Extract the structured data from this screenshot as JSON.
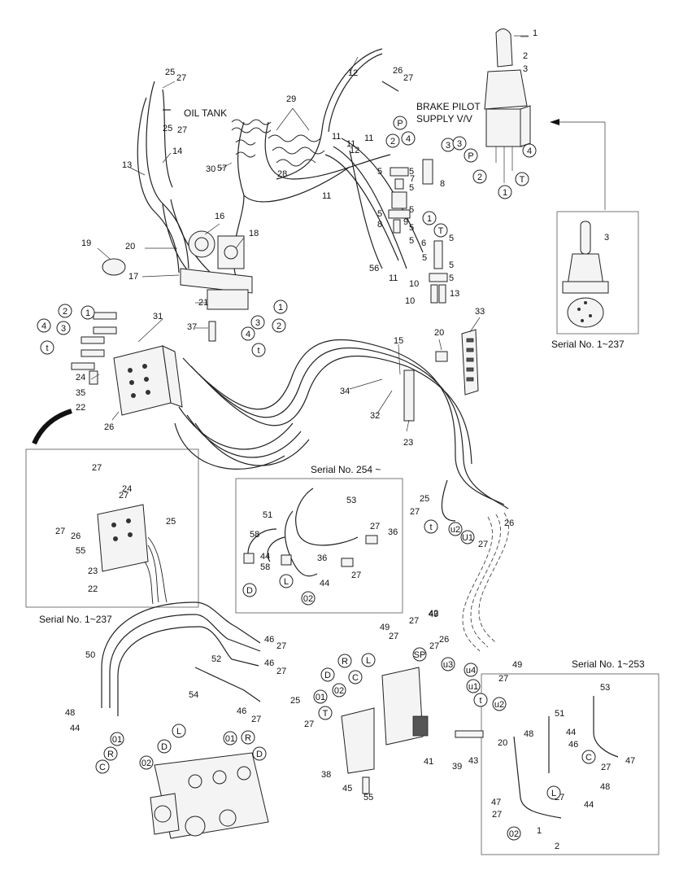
{
  "notes": {
    "oil_tank": "OIL TANK",
    "brake_pilot_1": "BRAKE PILOT",
    "brake_pilot_2": "SUPPLY V/V",
    "serial_1_237_a": "Serial No. 1~237",
    "serial_254": "Serial No. 254 ~",
    "serial_1_237_b": "Serial No. 1~237",
    "serial_1_253": "Serial No. 1~253"
  },
  "callouts": [
    "1",
    "2",
    "3",
    "25",
    "27",
    "25",
    "27",
    "12",
    "26",
    "27",
    "13",
    "14",
    "57",
    "29",
    "30",
    "28",
    "11",
    "11",
    "12",
    "11",
    "11",
    "5",
    "5",
    "5",
    "7",
    "8",
    "5",
    "5",
    "5",
    "9",
    "8",
    "5",
    "6",
    "5",
    "5",
    "5",
    "5",
    "10",
    "10",
    "13",
    "11",
    "56",
    "19",
    "20",
    "17",
    "16",
    "18",
    "21",
    "37",
    "31",
    "33",
    "20",
    "15",
    "34",
    "32",
    "23",
    "24",
    "35",
    "22",
    "26",
    "27",
    "27",
    "26",
    "25",
    "27",
    "24",
    "23",
    "22",
    "55",
    "53",
    "51",
    "58",
    "27",
    "36",
    "44",
    "58",
    "36",
    "44",
    "27",
    "25",
    "27",
    "26",
    "27",
    "50",
    "52",
    "46",
    "27",
    "46",
    "27",
    "54",
    "46",
    "27",
    "48",
    "44",
    "49",
    "27",
    "27",
    "49",
    "25",
    "27",
    "26",
    "27",
    "49",
    "27",
    "42",
    "20",
    "43",
    "39",
    "41",
    "38",
    "45",
    "55",
    "53",
    "51",
    "48",
    "44",
    "46",
    "27",
    "47",
    "27",
    "48",
    "44",
    "47",
    "27",
    "1",
    "2",
    "3",
    "4",
    "5"
  ],
  "port_labels": [
    "P",
    "4",
    "2",
    "3",
    "1",
    "T",
    "3",
    "P",
    "2",
    "1",
    "T",
    "4",
    "1",
    "2",
    "3",
    "4",
    "t",
    "2",
    "1",
    "4",
    "3",
    "t",
    "t",
    "u2",
    "U1",
    "D",
    "L",
    "02",
    "R",
    "L",
    "SP",
    "u3",
    "u4",
    "u1",
    "t",
    "u2",
    "D",
    "02",
    "C",
    "01",
    "T",
    "C",
    "R",
    "01",
    "02",
    "D",
    "L",
    "01",
    "R",
    "D",
    "L",
    "02",
    "C",
    "L",
    "D"
  ]
}
